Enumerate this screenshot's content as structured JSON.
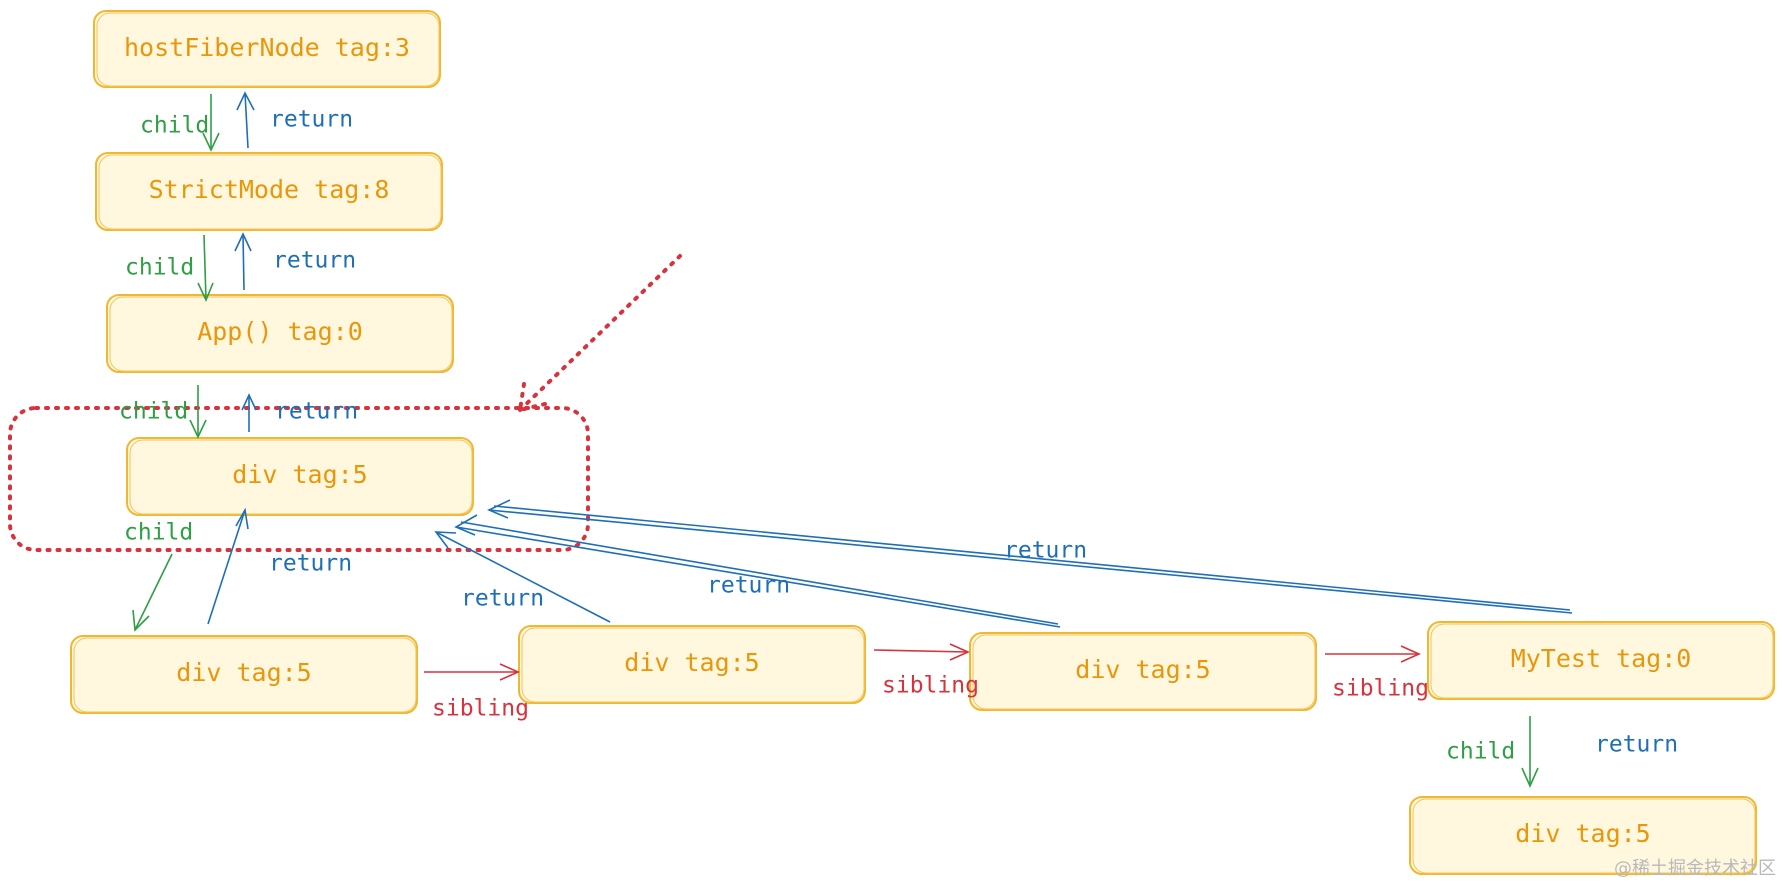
{
  "nodes": {
    "host_fiber": "hostFiberNode tag:3",
    "strict_mode": "StrictMode tag:8",
    "app": "App() tag:0",
    "div_root": "div tag:5",
    "div_1": "div tag:5",
    "div_2": "div tag:5",
    "div_3": "div tag:5",
    "my_test": "MyTest tag:0",
    "div_inner": "div tag:5"
  },
  "edge_labels": {
    "child": "child",
    "return": "return",
    "sibling": "sibling"
  },
  "colors": {
    "node_border": "#f0b82e",
    "node_fill": "#fff7de",
    "node_text": "#e8970b",
    "child": "#2f9e44",
    "return": "#1f6fb6",
    "sibling": "#d6333d",
    "highlight": "#d6333d"
  },
  "watermark": "@稀土掘金技术社区"
}
